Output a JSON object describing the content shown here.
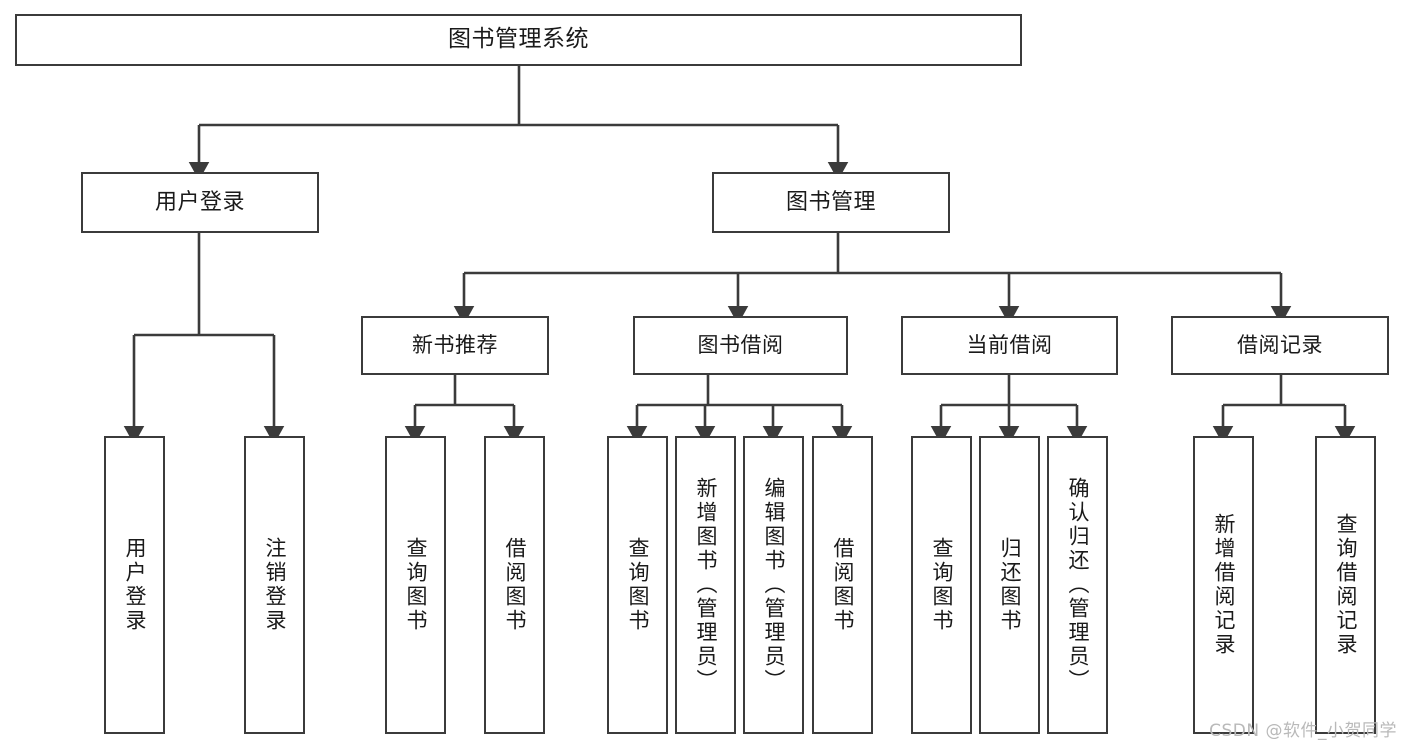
{
  "diagram": {
    "title": "图书管理系统",
    "watermark": "CSDN @软件_小贺同学",
    "line_color": "#3b3b3b",
    "box_fill": "#ffffff",
    "text_color": "#1a1a1a",
    "watermark_color": "#b9b9b9"
  },
  "root": {
    "label": "图书管理系统"
  },
  "level2": [
    {
      "label": "用户登录"
    },
    {
      "label": "图书管理"
    }
  ],
  "level3": [
    {
      "label": "新书推荐"
    },
    {
      "label": "图书借阅"
    },
    {
      "label": "当前借阅"
    },
    {
      "label": "借阅记录"
    }
  ],
  "leaves": {
    "user_login": [
      {
        "label": "用户登录"
      },
      {
        "label": "注销登录"
      }
    ],
    "new_book": [
      {
        "label": "查询图书"
      },
      {
        "label": "借阅图书"
      }
    ],
    "book_borrow": [
      {
        "label": "查询图书"
      },
      {
        "label": "新增图书（管理员）"
      },
      {
        "label": "编辑图书（管理员）"
      },
      {
        "label": "借阅图书"
      }
    ],
    "current_borrow": [
      {
        "label": "查询图书"
      },
      {
        "label": "归还图书"
      },
      {
        "label": "确认归还（管理员）"
      }
    ],
    "borrow_record": [
      {
        "label": "新增借阅记录"
      },
      {
        "label": "查询借阅记录"
      }
    ]
  }
}
